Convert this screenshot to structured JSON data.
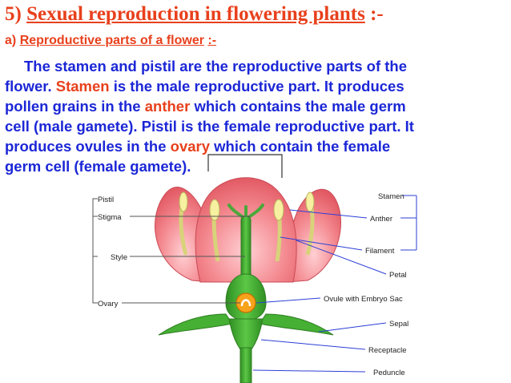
{
  "heading": {
    "number": "5)",
    "title": "Sexual reproduction in flowering plants",
    "suffix": ":-"
  },
  "subheading": {
    "letter": "a)",
    "title": "Reproductive parts of a flower",
    "suffix": ":-"
  },
  "paragraph": {
    "l1": "The stamen and pistil are the reproductive parts of the",
    "l2a": "flower.",
    "l2b": "Stamen",
    "l2c": "is the male reproductive part. It produces",
    "l3a": "pollen grains in the",
    "l3b": "anther",
    "l3c": "which contains the male germ",
    "l4": "cell (male gamete). Pistil is the female reproductive part. It",
    "l5a": "produces ovules in the",
    "l5b": "ovary",
    "l5c": "which contain the female",
    "l6": "germ cell (female gamete)."
  },
  "diagram_labels": {
    "pistil": "Pistil",
    "stigma": "Stigma",
    "style": "Style",
    "ovary": "Ovary",
    "stamen": "Stamen",
    "anther": "Anther",
    "filament": "Filament",
    "petal": "Petal",
    "ovule": "Ovule with Embryo Sac",
    "sepal": "Sepal",
    "receptacle": "Receptacle",
    "peduncle": "Peduncle"
  },
  "colors": {
    "heading": "#e8401c",
    "body_text": "#1c27d6",
    "petal": "#f2828a",
    "stem": "#3dae2c",
    "stamen": "#f5f0a0",
    "ovule": "#f7a21b"
  }
}
